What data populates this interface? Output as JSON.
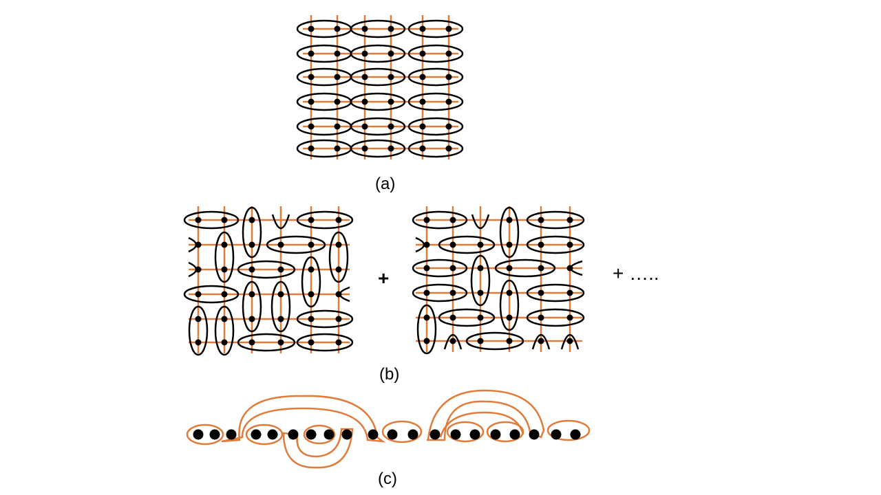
{
  "captions": {
    "a": "(a)",
    "b": "(b)",
    "c": "(c)"
  },
  "operators": {
    "plus": "+",
    "plus_more": "+ ….."
  },
  "colors": {
    "lattice": "#E07B39",
    "ellipse": "#000000",
    "dot": "#000000",
    "background": "#FFFFFF"
  }
}
